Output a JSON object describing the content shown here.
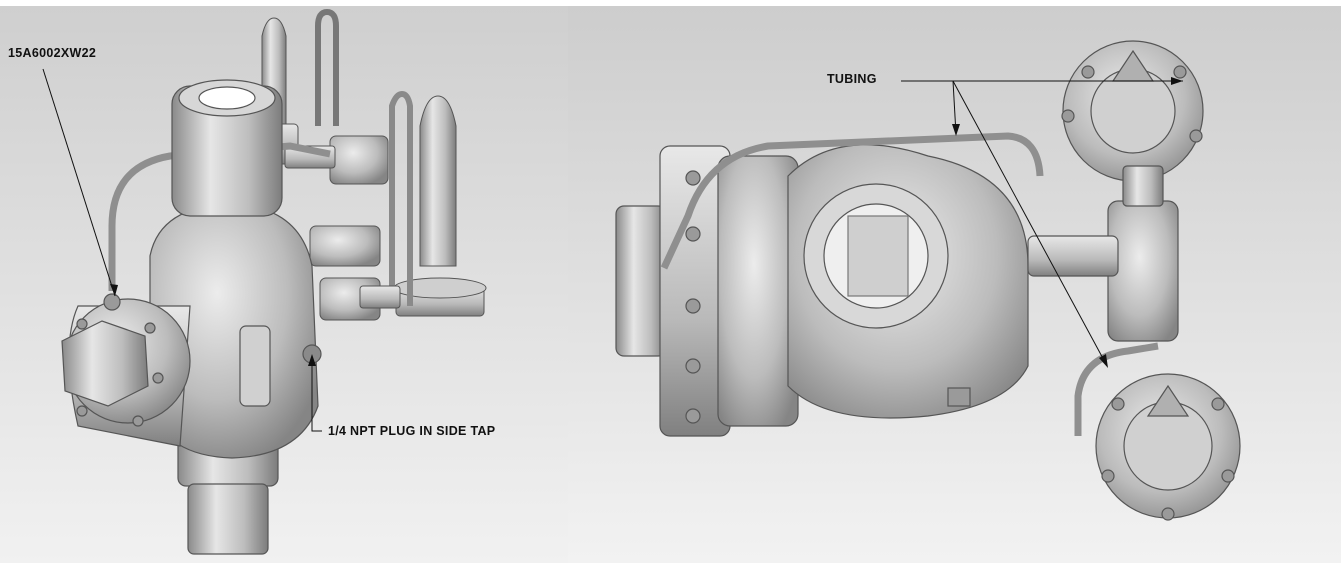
{
  "callouts": {
    "part_number": "15A6002XW22",
    "side_tap_plug": "1/4 NPT PLUG IN SIDE TAP",
    "tubing": "TUBING"
  },
  "colors": {
    "background_top": "#cfcfcf",
    "background_bottom": "#f1f1f1",
    "metal_light": "#e2e2e2",
    "metal_mid": "#b8b8b8",
    "metal_dark": "#7a7a7a",
    "outline": "#555555",
    "leader": "#111111"
  }
}
